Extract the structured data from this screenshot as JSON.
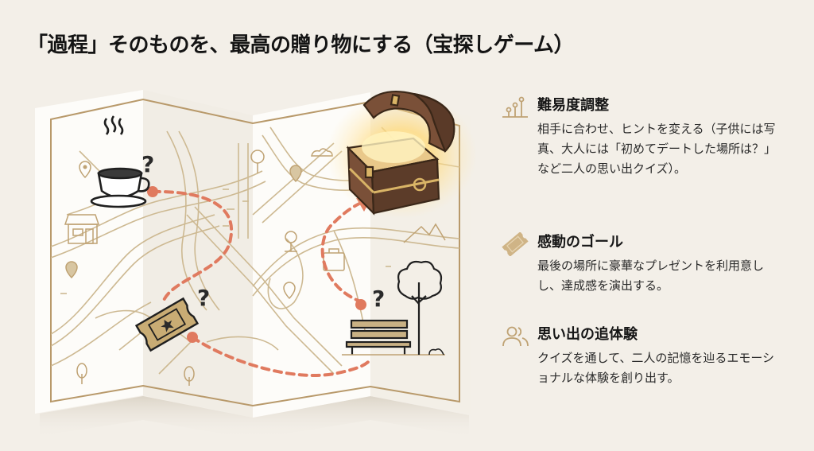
{
  "header": {
    "title": "「過程」そのものを、最高の贈り物にする（宝探しゲーム）"
  },
  "colors": {
    "background": "#f3efe8",
    "map_paper": "#fbfaf6",
    "map_line": "#c9b48e",
    "map_border": "#b8996a",
    "route_dashed": "#e07a5f",
    "icon_gold": "#bfa273",
    "text_dark": "#161616"
  },
  "illustration": {
    "items": [
      {
        "name": "coffee-cup",
        "label": "?"
      },
      {
        "name": "ticket",
        "label": "?"
      },
      {
        "name": "park-bench",
        "label": "?"
      },
      {
        "name": "treasure-chest",
        "label": ""
      }
    ],
    "question_mark": "?"
  },
  "features": [
    {
      "icon": "difficulty-levels-icon",
      "title": "難易度調整",
      "body": "相手に合わせ、ヒントを変える（子供には写真、大人には「初めてデートした場所は？」など二人の思い出クイズ）。"
    },
    {
      "icon": "ticket-icon",
      "title": "感動のゴール",
      "body": "最後の場所に豪華なプレゼントを利用意しし、達成感を演出する。"
    },
    {
      "icon": "people-icon",
      "title": "思い出の追体験",
      "body": "クイズを通して、二人の記憶を辿るエモーショナルな体験を創り出す。"
    }
  ]
}
